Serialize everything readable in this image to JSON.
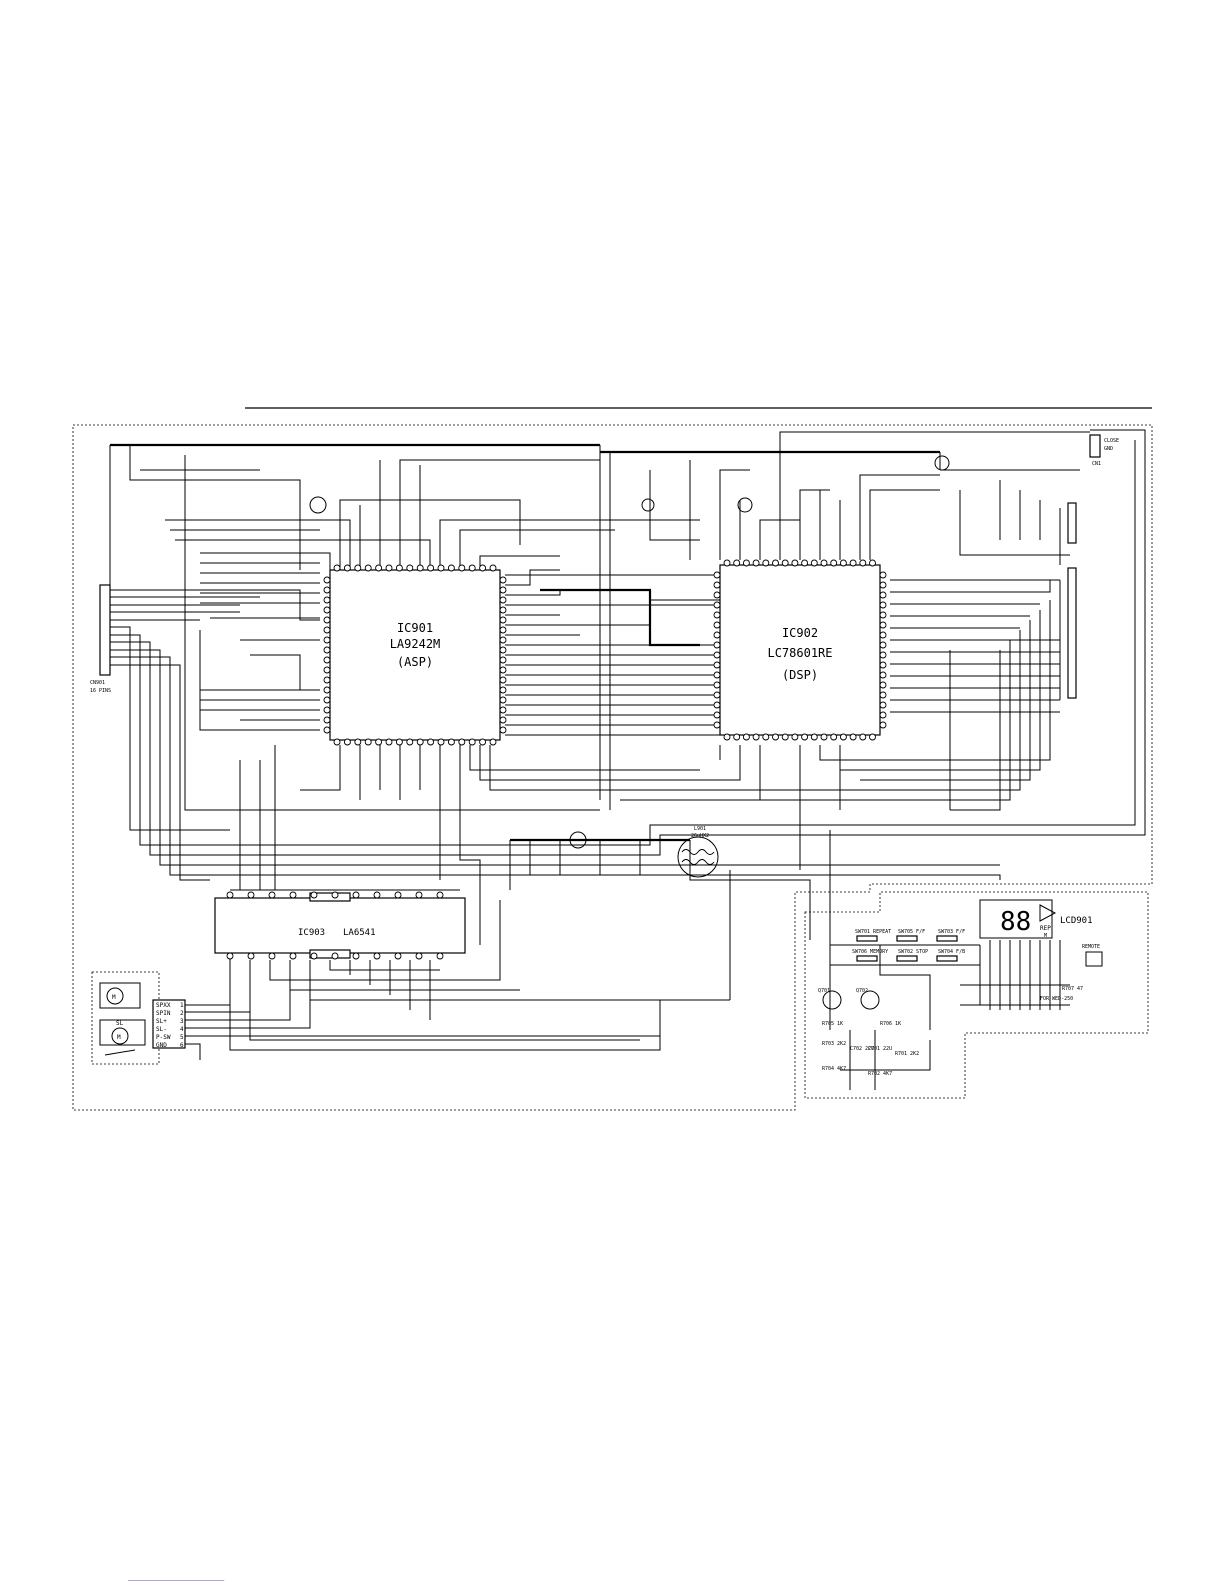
{
  "ics": [
    {
      "ref": "IC901",
      "part": "LA9242M",
      "role": "(ASP)"
    },
    {
      "ref": "IC902",
      "part": "LC78601RE",
      "role": "(DSP)"
    },
    {
      "ref": "IC903",
      "part": "LA6541"
    }
  ],
  "connectors": {
    "cn901_ref": "CN901",
    "cn901_pins": "16 PINS",
    "cn1_ref": "CN1",
    "cn1_labels": [
      "CLOSE",
      "GND"
    ]
  },
  "motors": {
    "pin_labels": [
      "SPXX",
      "SPIN",
      "SL+",
      "SL-",
      "P-SW",
      "GND"
    ],
    "pin_numbers": [
      "1",
      "2",
      "3",
      "4",
      "5",
      "6"
    ],
    "motor_labels": [
      "M",
      "M"
    ],
    "sl_label": "SL"
  },
  "display": {
    "ref": "LCD901",
    "digits": "88",
    "rep": "REP",
    "m": "M",
    "buttons": [
      "SW701 REPEAT",
      "SW705 F/F",
      "SW703 F/F",
      "SW706 MEMORY",
      "SW702 STOP",
      "SW704 F/B"
    ],
    "transistors": [
      "Q701",
      "Q702"
    ],
    "parts": [
      "R705 1K",
      "R706 1K",
      "R703 2K2",
      "R704 4K7",
      "R701 2K2",
      "R702 4K7",
      "C702 22U",
      "C701 22U",
      "R707 47"
    ],
    "remote": "REMOTE",
    "note": "FOR WED-250"
  },
  "coil": {
    "ref": "L901",
    "value": "26uHX2"
  },
  "footer_link": "________________"
}
